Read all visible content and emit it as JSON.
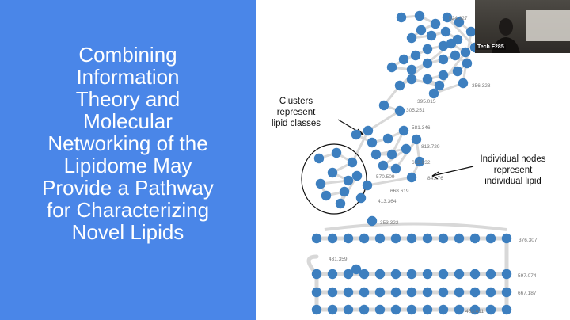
{
  "slide": {
    "title_lines": [
      "Combining",
      "Information",
      "Theory and",
      "Molecular",
      "Networking of the",
      "Lipidome May",
      "Provide a Pathway",
      "for Characterizing",
      "Novel Lipids"
    ],
    "annotations": {
      "clusters": [
        "Clusters represent",
        "lipid classes"
      ],
      "nodes": [
        "Individual nodes",
        "represent",
        "individual lipid"
      ]
    },
    "node_labels": [
      "524.327",
      "395.015",
      "305.251",
      "581.346",
      "813.729",
      "613.932",
      "841.76",
      "570.509",
      "668.619",
      "413.364",
      "353.322",
      "376.307",
      "431.359",
      "597.074",
      "667.187",
      "453.411",
      "356.328"
    ],
    "colors": {
      "panel": "#4a86e8",
      "node": "#3d7fbf",
      "edge": "#d8d8d8"
    }
  },
  "video": {
    "label": "Tech F285"
  }
}
